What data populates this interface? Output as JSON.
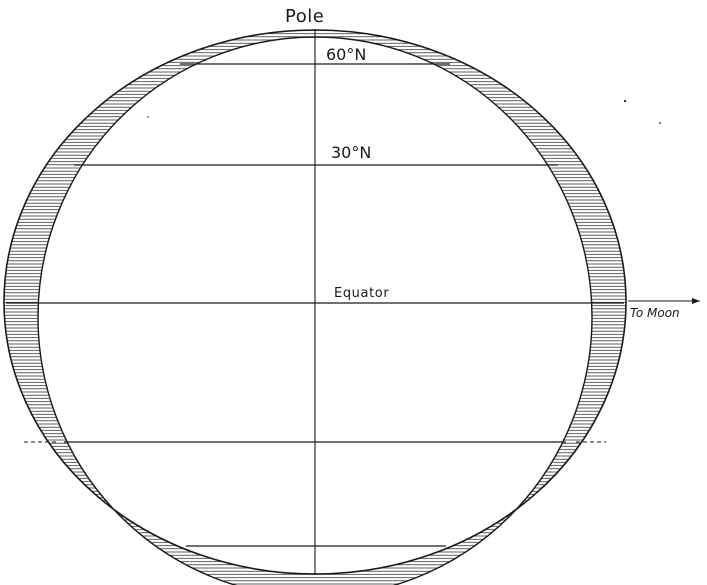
{
  "labels": {
    "pole": "Pole",
    "lat_60n": "60°N",
    "lat_30n": "30°N",
    "equator": "Equator",
    "to_moon": "To Moon"
  },
  "colors": {
    "ink": "#1a1a1a",
    "background": "#ffffff"
  }
}
